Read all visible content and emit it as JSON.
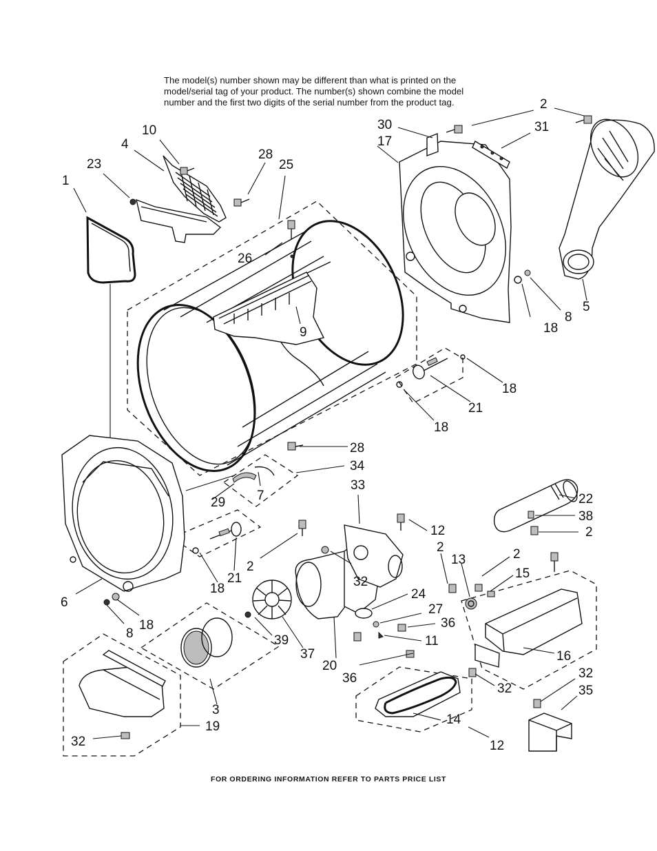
{
  "note_lines": [
    "The model(s) number shown may be different than what is printed on the",
    "model/serial tag of your product. The number(s) shown combine the model",
    "number and the first two digits of the serial number from the product tag."
  ],
  "footer": "FOR ORDERING INFORMATION REFER TO PARTS PRICE LIST",
  "callouts": {
    "c1": "1",
    "c23": "23",
    "c4": "4",
    "c10": "10",
    "c28a": "28",
    "c25": "25",
    "c26": "26",
    "c9": "9",
    "c30": "30",
    "c17": "17",
    "c2a": "2",
    "c31": "31",
    "c5": "5",
    "c8a": "8",
    "c18a": "18",
    "c18b": "18",
    "c21a": "21",
    "c18c": "18",
    "c28b": "28",
    "c34": "34",
    "c29": "29",
    "c7": "7",
    "c33": "33",
    "c22": "22",
    "c38": "38",
    "c2b": "2",
    "c12a": "12",
    "c2c": "2",
    "c32a": "32",
    "c18d": "18",
    "c21b": "21",
    "c6": "6",
    "c8b": "8",
    "c18e": "18",
    "c2d": "2",
    "c13": "13",
    "c2e": "2",
    "c15": "15",
    "c24": "24",
    "c27": "27",
    "c36a": "36",
    "c11": "11",
    "c16": "16",
    "c39": "39",
    "c37": "37",
    "c20": "20",
    "c36b": "36",
    "c32b": "32",
    "c32c": "32",
    "c35": "35",
    "c14": "14",
    "c3": "3",
    "c19": "19",
    "c32d": "32",
    "c12b": "12"
  }
}
